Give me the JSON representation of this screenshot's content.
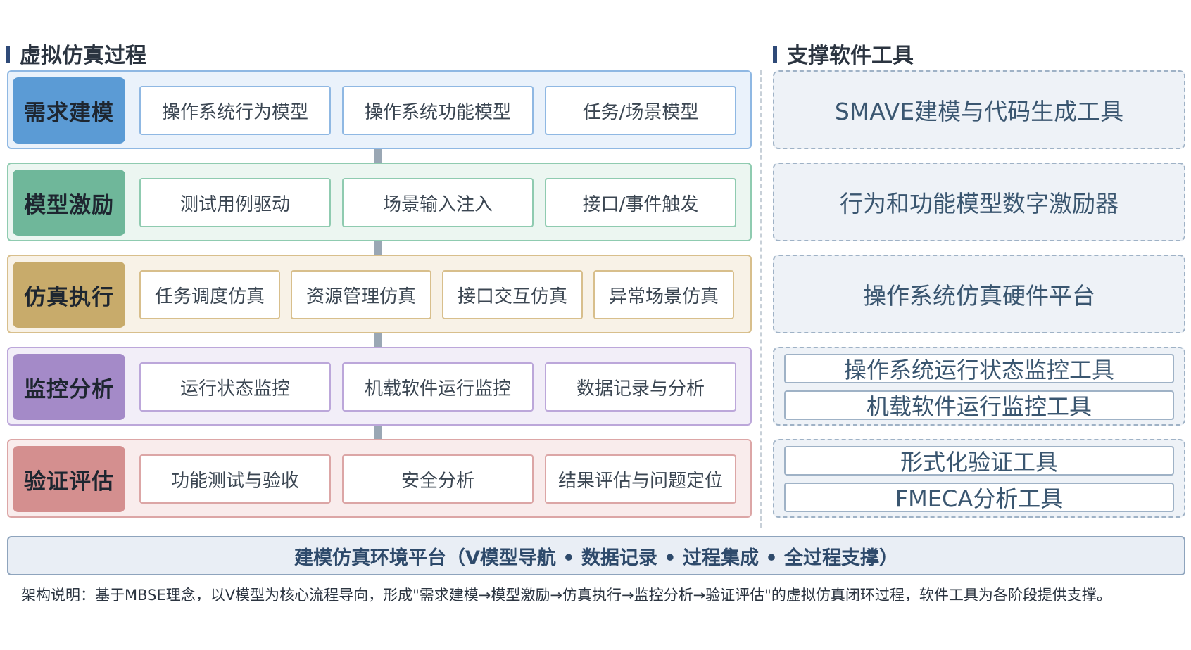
{
  "left_section": {
    "title": "虚拟仿真过程",
    "stages": [
      {
        "label": "需求建模",
        "color": "#5b9bd5",
        "bg": "#eaf2fb",
        "border": "#8fb8e3",
        "steps": [
          "操作系统行为模型",
          "操作系统功能模型",
          "任务/场景模型"
        ]
      },
      {
        "label": "模型激励",
        "color": "#6fb79a",
        "bg": "#ecf6f1",
        "border": "#8fcbb0",
        "steps": [
          "测试用例驱动",
          "场景输入注入",
          "接口/事件触发"
        ]
      },
      {
        "label": "仿真执行",
        "color": "#c8ab6b",
        "bg": "#f8f2e7",
        "border": "#d8bf8c",
        "steps": [
          "任务调度仿真",
          "资源管理仿真",
          "接口交互仿真",
          "异常场景仿真"
        ]
      },
      {
        "label": "监控分析",
        "color": "#a48ac8",
        "bg": "#f2eef8",
        "border": "#bca7da",
        "steps": [
          "运行状态监控",
          "机载软件运行监控",
          "数据记录与分析"
        ]
      },
      {
        "label": "验证评估",
        "color": "#d48f8f",
        "bg": "#f9ecec",
        "border": "#dca6a6",
        "steps": [
          "功能测试与验收",
          "安全分析",
          "结果评估与问题定位"
        ]
      }
    ]
  },
  "right_section": {
    "title": "支撑软件工具",
    "groups": [
      {
        "items": [
          "SMAVE建模与代码生成工具"
        ]
      },
      {
        "items": [
          "行为和功能模型数字激励器"
        ]
      },
      {
        "items": [
          "操作系统仿真硬件平台"
        ]
      },
      {
        "items": [
          "操作系统运行状态监控工具",
          "机载软件运行监控工具"
        ]
      },
      {
        "items": [
          "形式化验证工具",
          "FMECA分析工具"
        ]
      }
    ]
  },
  "platform_bar": "建模仿真环境平台（V模型导航 • 数据记录 • 过程集成 • 全过程支撑）",
  "note": "架构说明：基于MBSE理念，以V模型为核心流程导向，形成\"需求建模→模型激励→仿真执行→监控分析→验证评估\"的虚拟仿真闭环过程，软件工具为各阶段提供支撑。"
}
